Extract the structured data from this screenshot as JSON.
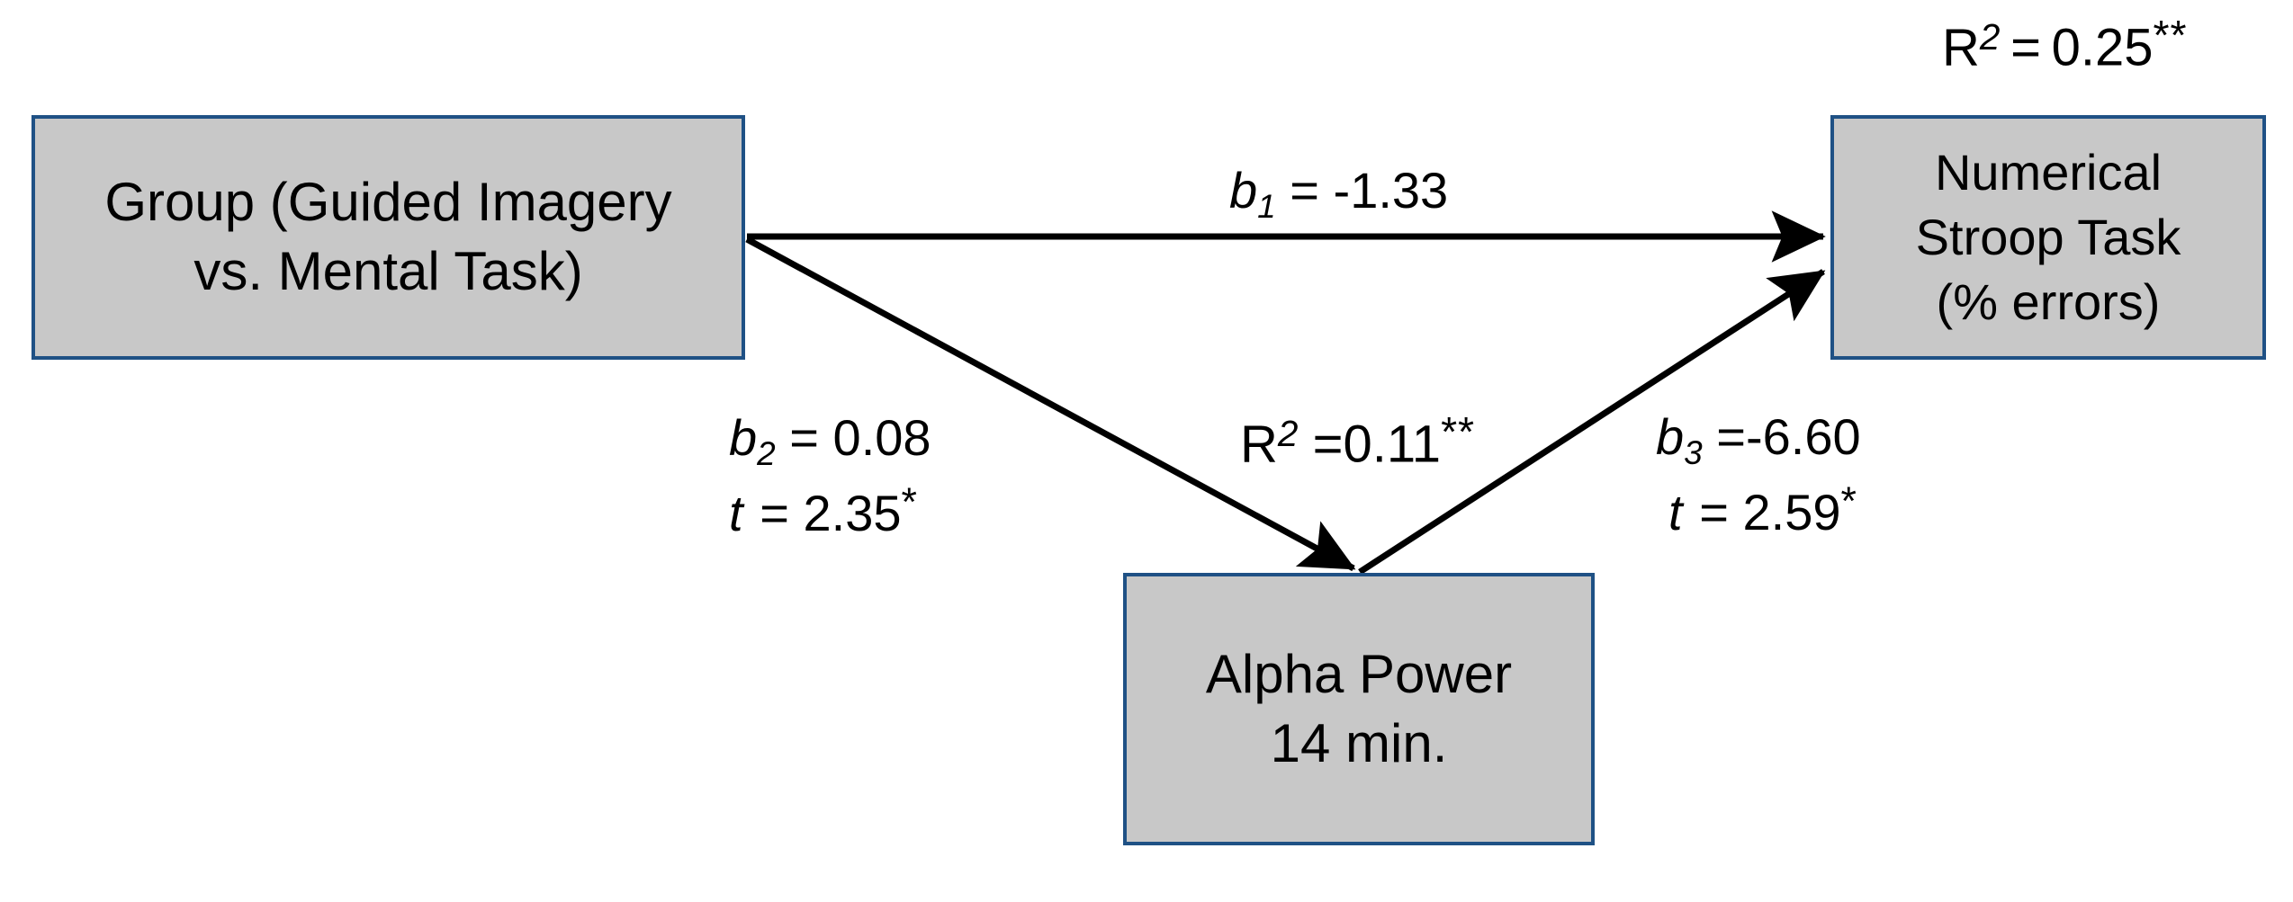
{
  "diagram": {
    "title": "Mediation model: Group to Numerical Stroop Task via Alpha Power",
    "type": "path-diagram",
    "colors": {
      "box_fill": "#C8C8C8",
      "box_border": "#1F5185",
      "arrow": "#000000",
      "text": "#000000",
      "background": "#FFFFFF"
    },
    "nodes": [
      {
        "id": "group",
        "role": "predictor",
        "lines": [
          "Group (Guided Imagery",
          "vs. Mental Task)"
        ]
      },
      {
        "id": "outcome",
        "role": "outcome",
        "lines": [
          "Numerical",
          "Stroop Task",
          "(% errors)"
        ]
      },
      {
        "id": "mediator",
        "role": "mediator",
        "lines": [
          "Alpha Power",
          "14 min."
        ]
      }
    ],
    "edges": [
      {
        "id": "b1",
        "from": "group",
        "to": "outcome",
        "coef_symbol": "b",
        "coef_subscript": "1",
        "coef_equals": "=",
        "coef_value": "-1.33",
        "coef_stars": "",
        "t_label": "",
        "t_equals": "",
        "t_value": "",
        "t_stars": ""
      },
      {
        "id": "b2",
        "from": "group",
        "to": "mediator",
        "coef_symbol": "b",
        "coef_subscript": "2",
        "coef_equals": "=",
        "coef_value": "0.08",
        "coef_stars": "",
        "t_label": "t",
        "t_equals": "=",
        "t_value": "2.35",
        "t_stars": "*"
      },
      {
        "id": "b3",
        "from": "mediator",
        "to": "outcome",
        "coef_symbol": "b",
        "coef_subscript": "3",
        "coef_equals": "=",
        "coef_value": "-6.60",
        "coef_stars": "",
        "t_label": "t",
        "t_equals": "=",
        "t_value": "2.59",
        "t_stars": "*"
      }
    ],
    "fit_statistics": [
      {
        "id": "r2_outcome",
        "symbol": "R",
        "superscript": "2",
        "equals": "=",
        "value": "0.25",
        "stars": "**",
        "applies_to": "outcome"
      },
      {
        "id": "r2_mediator",
        "symbol": "R",
        "superscript": "2",
        "equals": "=",
        "value": "0.11",
        "stars": "**",
        "applies_to": "mediator"
      }
    ]
  }
}
